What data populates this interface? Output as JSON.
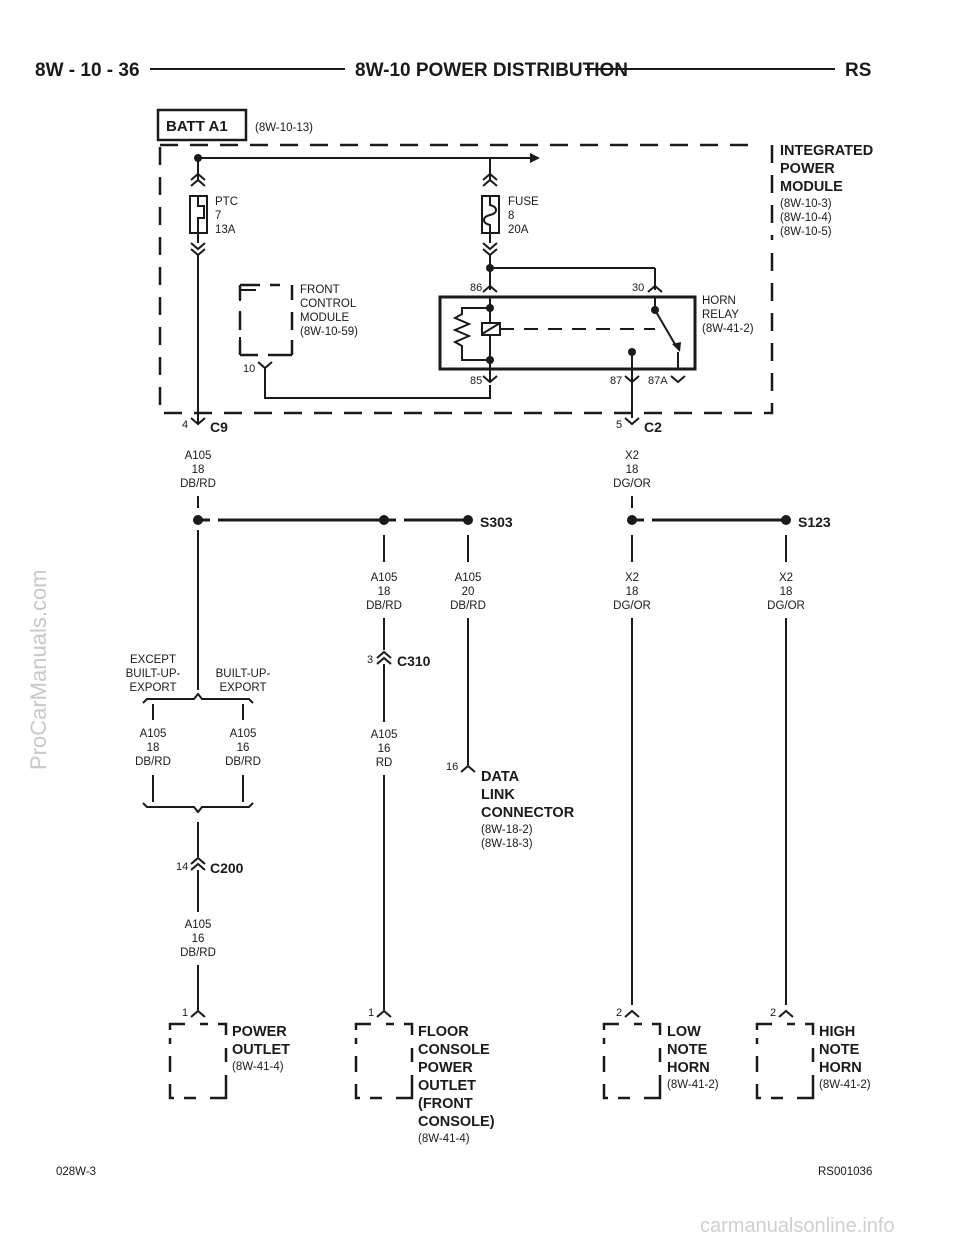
{
  "header": {
    "left": "8W - 10 - 36",
    "title": "8W-10 POWER DISTRIBUTION",
    "right": "RS"
  },
  "footer": {
    "left": "028W-3",
    "right": "RS001036"
  },
  "watermarks": {
    "side": "ProCarManuals.com",
    "bottom": "carmanualsonline.info"
  },
  "batt": {
    "label": "BATT A1",
    "ref": "(8W-10-13)"
  },
  "ipm": {
    "line1": "INTEGRATED",
    "line2": "POWER",
    "line3": "MODULE",
    "ref1": "(8W-10-3)",
    "ref2": "(8W-10-4)",
    "ref3": "(8W-10-5)"
  },
  "ptc": {
    "l1": "PTC",
    "l2": "7",
    "l3": "13A"
  },
  "fuse": {
    "l1": "FUSE",
    "l2": "8",
    "l3": "20A"
  },
  "fcm": {
    "l1": "FRONT",
    "l2": "CONTROL",
    "l3": "MODULE",
    "l4": "(8W-10-59)",
    "pin": "10"
  },
  "relay": {
    "l1": "HORN",
    "l2": "RELAY",
    "l3": "(8W-41-2)",
    "p86": "86",
    "p30": "30",
    "p85": "85",
    "p87": "87",
    "p87a": "87A"
  },
  "c9": {
    "pin": "4",
    "name": "C9"
  },
  "c2": {
    "pin": "5",
    "name": "C2"
  },
  "wires": {
    "w1": {
      "c": "A105",
      "g": "18",
      "col": "DB/RD"
    },
    "w2": {
      "c": "X2",
      "g": "18",
      "col": "DG/OR"
    },
    "w3": {
      "c": "A105",
      "g": "18",
      "col": "DB/RD"
    },
    "w4": {
      "c": "A105",
      "g": "20",
      "col": "DB/RD"
    },
    "w5": {
      "c": "X2",
      "g": "18",
      "col": "DG/OR"
    },
    "w6": {
      "c": "X2",
      "g": "18",
      "col": "DG/OR"
    },
    "w7": {
      "c": "A105",
      "g": "18",
      "col": "DB/RD"
    },
    "w8": {
      "c": "A105",
      "g": "16",
      "col": "DB/RD"
    },
    "w9": {
      "c": "A105",
      "g": "16",
      "col": "RD"
    },
    "w10": {
      "c": "A105",
      "g": "16",
      "col": "DB/RD"
    }
  },
  "splices": {
    "s303": "S303",
    "s123": "S123"
  },
  "options": {
    "opt1a": "EXCEPT",
    "opt1b": "BUILT-UP-",
    "opt1c": "EXPORT",
    "opt2a": "BUILT-UP-",
    "opt2b": "EXPORT"
  },
  "c310": {
    "pin": "3",
    "name": "C310"
  },
  "c200": {
    "pin": "14",
    "name": "C200"
  },
  "dlc": {
    "pin": "16",
    "l1": "DATA",
    "l2": "LINK",
    "l3": "CONNECTOR",
    "ref1": "(8W-18-2)",
    "ref2": "(8W-18-3)"
  },
  "outlet": {
    "pin": "1",
    "l1": "POWER",
    "l2": "OUTLET",
    "ref": "(8W-41-4)"
  },
  "floor": {
    "pin": "1",
    "l1": "FLOOR",
    "l2": "CONSOLE",
    "l3": "POWER",
    "l4": "OUTLET",
    "l5": "(FRONT",
    "l6": "CONSOLE)",
    "ref": "(8W-41-4)"
  },
  "low": {
    "pin": "2",
    "l1": "LOW",
    "l2": "NOTE",
    "l3": "HORN",
    "ref": "(8W-41-2)"
  },
  "high": {
    "pin": "2",
    "l1": "HIGH",
    "l2": "NOTE",
    "l3": "HORN",
    "ref": "(8W-41-2)"
  }
}
